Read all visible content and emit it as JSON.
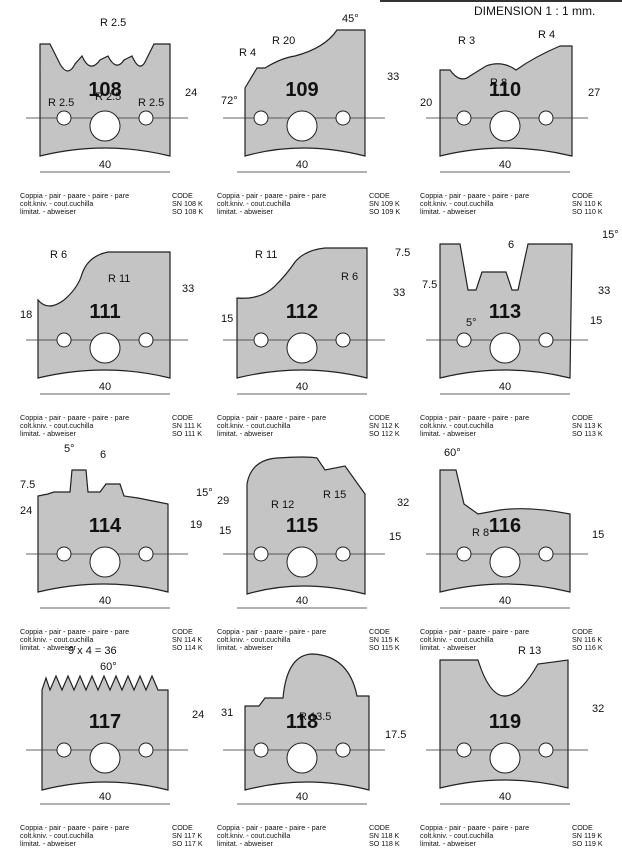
{
  "header": {
    "title": "DIMENSION   1 : 1 mm."
  },
  "cutters": [
    {
      "id": "108",
      "width": "40",
      "dims": [
        "R 2.5",
        "24",
        "R 2.5",
        "R 2.5",
        "R 2.5"
      ],
      "code_l": [
        "Coppia - pair - paare - paire - pare",
        "colt.kniv. - cout.cuchilla",
        "limitat. - abweiser"
      ],
      "code_r": [
        "CODE",
        "SN 108 K",
        "SO 108 K"
      ]
    },
    {
      "id": "109",
      "width": "40",
      "dims": [
        "R 20",
        "45°",
        "R 4",
        "33",
        "72°"
      ],
      "code_l": [
        "Coppia - pair - paare - paire - pare",
        "colt.kniv. - cout.cuchilla",
        "limitat. - abweiser"
      ],
      "code_r": [
        "CODE",
        "SN 109 K",
        "SO 109 K"
      ]
    },
    {
      "id": "110",
      "width": "40",
      "dims": [
        "R 3",
        "R 4",
        "R 8",
        "27",
        "20"
      ],
      "code_l": [
        "Coppia - pair - paare - paire - pare",
        "colt.kniv. - cout.cuchilla",
        "limitat. - abweiser"
      ],
      "code_r": [
        "CODE",
        "SN 110 K",
        "SO 110 K"
      ]
    },
    {
      "id": "111",
      "width": "40",
      "dims": [
        "R 6",
        "R 11",
        "33",
        "18"
      ],
      "code_l": [
        "Coppia - pair - paare - paire - pare",
        "colt.kniv. - cout.cuchilla",
        "limitat. - abweiser"
      ],
      "code_r": [
        "CODE",
        "SN 111 K",
        "SO 111 K"
      ]
    },
    {
      "id": "112",
      "width": "40",
      "dims": [
        "R 11",
        "R 6",
        "7.5",
        "33",
        "15"
      ],
      "code_l": [
        "Coppia - pair - paare - paire - pare",
        "colt.kniv. - cout.cuchilla",
        "limitat. - abweiser"
      ],
      "code_r": [
        "CODE",
        "SN 112 K",
        "SO 112 K"
      ]
    },
    {
      "id": "113",
      "width": "40",
      "dims": [
        "6",
        "15°",
        "7.5",
        "33",
        "5°",
        "15"
      ],
      "code_l": [
        "Coppia - pair - paare - paire - pare",
        "colt.kniv. - cout.cuchilla",
        "limitat. - abweiser"
      ],
      "code_r": [
        "CODE",
        "SN 113 K",
        "SO 113 K"
      ]
    },
    {
      "id": "114",
      "width": "40",
      "dims": [
        "5°",
        "6",
        "7.5",
        "15°",
        "24",
        "19"
      ],
      "code_l": [
        "Coppia - pair - paare - paire - pare",
        "colt.kniv. - cout.cuchilla",
        "limitat. - abweiser"
      ],
      "code_r": [
        "CODE",
        "SN 114 K",
        "SO 114 K"
      ]
    },
    {
      "id": "115",
      "width": "40",
      "dims": [
        "29",
        "R 12",
        "R 15",
        "32",
        "15",
        "15"
      ],
      "code_l": [
        "Coppia - pair - paare - paire - pare",
        "colt.kniv. - cout.cuchilla",
        "limitat. - abweiser"
      ],
      "code_r": [
        "CODE",
        "SN 115 K",
        "SO 115 K"
      ]
    },
    {
      "id": "116",
      "width": "40",
      "dims": [
        "60°",
        "R 8",
        "15"
      ],
      "code_l": [
        "Coppia - pair - paare - paire - pare",
        "colt.kniv. - cout.cuchilla",
        "limitat. - abweiser"
      ],
      "code_r": [
        "CODE",
        "SN 116 K",
        "SO 116 K"
      ]
    },
    {
      "id": "117",
      "width": "40",
      "dims": [
        "9 x 4 = 36",
        "60°",
        "24"
      ],
      "code_l": [
        "Coppia - pair - paare - paire - pare",
        "colt.kniv. - cout.cuchilla",
        "limitat. - abweiser"
      ],
      "code_r": [
        "CODE",
        "SN 117 K",
        "SO 117 K"
      ]
    },
    {
      "id": "118",
      "width": "40",
      "dims": [
        "31",
        "R 13.5",
        "17.5"
      ],
      "code_l": [
        "Coppia - pair - paare - paire - pare",
        "colt.kniv. - cout.cuchilla",
        "limitat. - abweiser"
      ],
      "code_r": [
        "CODE",
        "SN 118 K",
        "SO 118 K"
      ]
    },
    {
      "id": "119",
      "width": "40",
      "dims": [
        "R 13",
        "32"
      ],
      "code_l": [
        "Coppia - pair - paare - paire - pare",
        "colt.kniv. - cout.cuchilla",
        "limitat. - abweiser"
      ],
      "code_r": [
        "CODE",
        "SN 119 K",
        "SO 119 K"
      ]
    }
  ]
}
